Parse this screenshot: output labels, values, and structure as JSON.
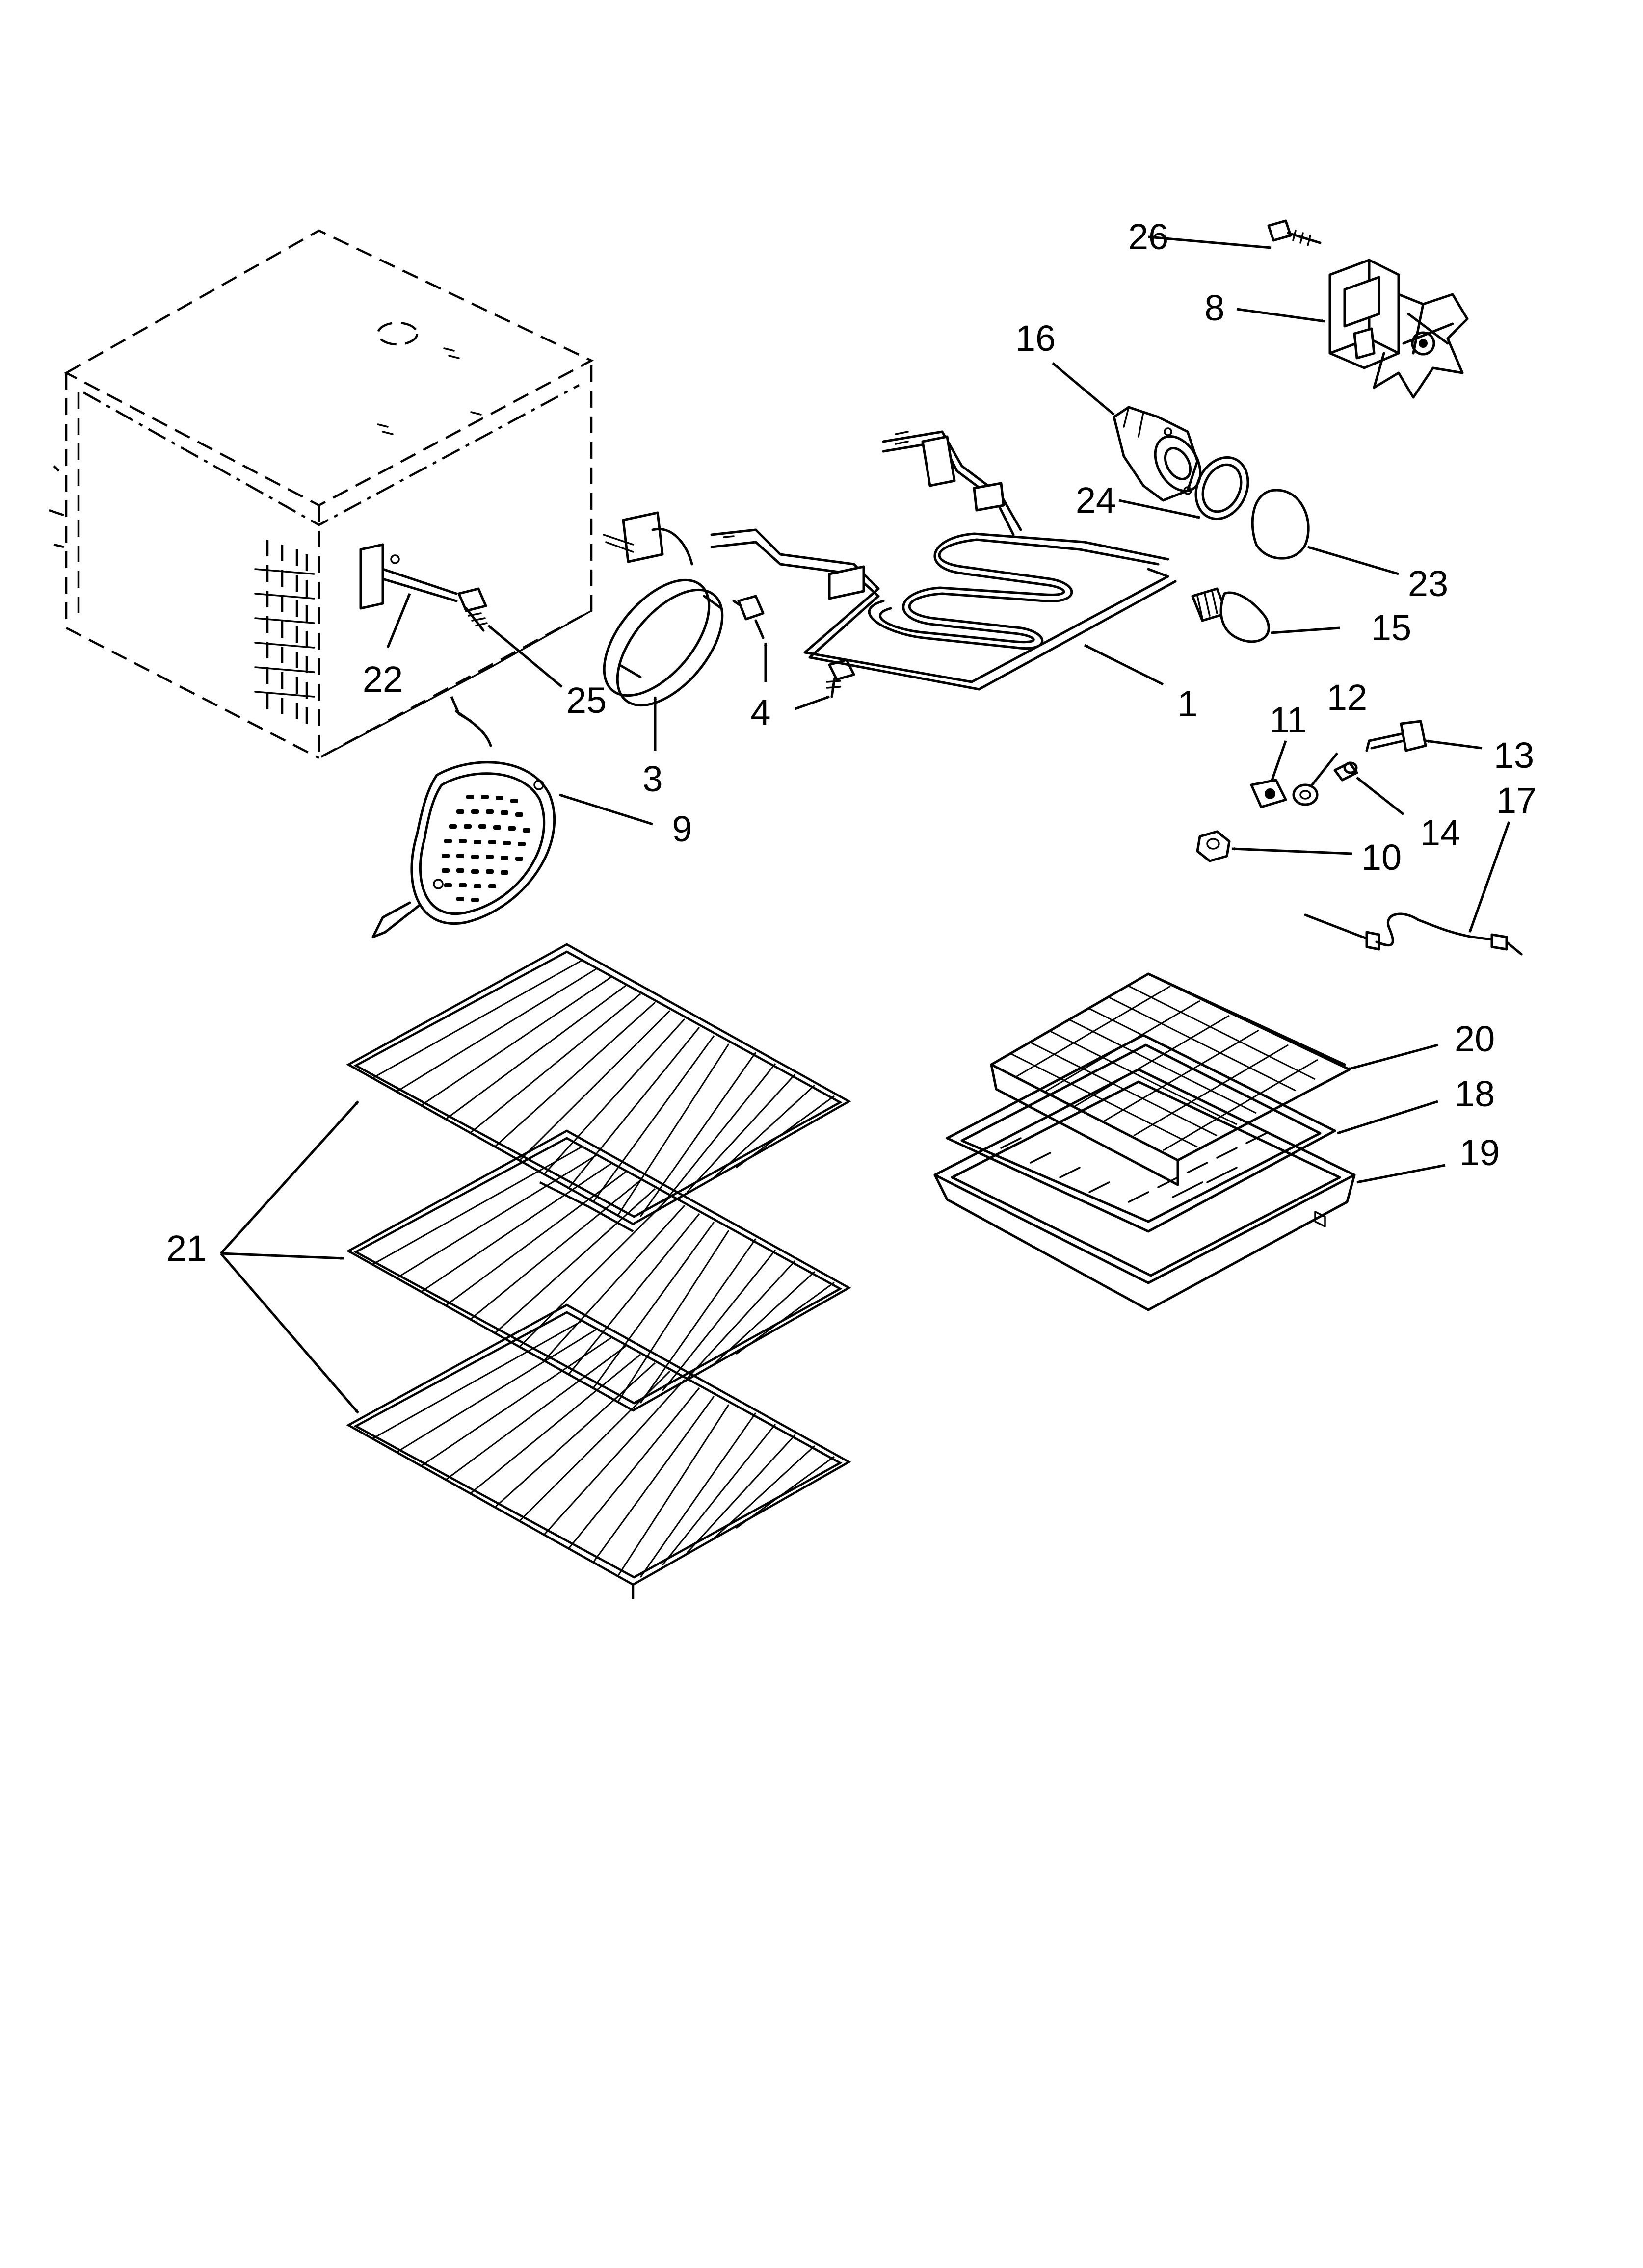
{
  "diagram": {
    "callouts": [
      {
        "id": "1",
        "text": "1"
      },
      {
        "id": "3",
        "text": "3"
      },
      {
        "id": "4",
        "text": "4"
      },
      {
        "id": "8",
        "text": "8"
      },
      {
        "id": "9",
        "text": "9"
      },
      {
        "id": "10",
        "text": "10"
      },
      {
        "id": "11",
        "text": "11"
      },
      {
        "id": "12",
        "text": "12"
      },
      {
        "id": "13",
        "text": "13"
      },
      {
        "id": "14",
        "text": "14"
      },
      {
        "id": "15",
        "text": "15"
      },
      {
        "id": "16",
        "text": "16"
      },
      {
        "id": "17",
        "text": "17"
      },
      {
        "id": "18",
        "text": "18"
      },
      {
        "id": "19",
        "text": "19"
      },
      {
        "id": "20",
        "text": "20"
      },
      {
        "id": "21",
        "text": "21"
      },
      {
        "id": "22",
        "text": "22"
      },
      {
        "id": "23",
        "text": "23"
      },
      {
        "id": "24",
        "text": "24"
      },
      {
        "id": "25",
        "text": "25"
      },
      {
        "id": "26",
        "text": "26"
      }
    ]
  }
}
